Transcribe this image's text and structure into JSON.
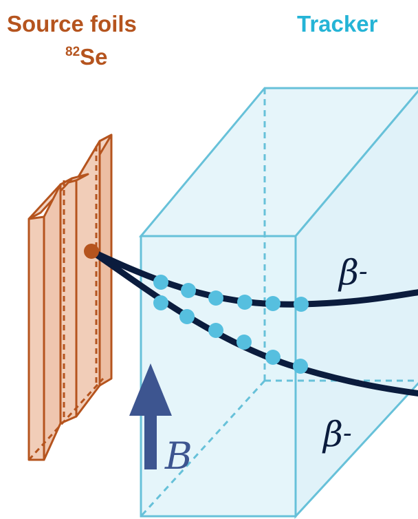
{
  "labels": {
    "source_foils": "Source foils",
    "isotope_mass": "82",
    "isotope_symbol": "Se",
    "tracker": "Tracker",
    "beta_upper": "β",
    "beta_upper_charge": "-",
    "beta_lower": "β",
    "beta_lower_charge": "-",
    "field": "B"
  },
  "colors": {
    "source": "#b5541e",
    "source_fill": "#f1cdb8",
    "tracker_edge": "#67c1d9",
    "tracker_fill": "#e3f4fa",
    "tracker_title": "#25b4d6",
    "track": "#0b1c3d",
    "hit": "#56bfdf",
    "field_arrow": "#3d5590"
  }
}
